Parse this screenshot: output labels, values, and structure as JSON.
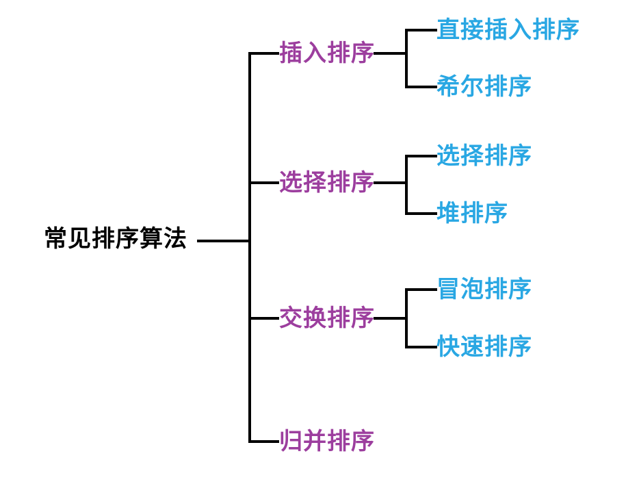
{
  "diagram": {
    "type": "tree-mindmap",
    "colors": {
      "background": "#ffffff",
      "line": "#000000",
      "root_text": "#000000",
      "branch_text": "#9c3e9e",
      "leaf_text": "#29a7e3"
    },
    "root": {
      "label": "常见排序算法"
    },
    "branches": [
      {
        "label": "插入排序",
        "children": [
          {
            "label": "直接插入排序"
          },
          {
            "label": "希尔排序"
          }
        ]
      },
      {
        "label": "选择排序",
        "children": [
          {
            "label": "选择排序"
          },
          {
            "label": "堆排序"
          }
        ]
      },
      {
        "label": "交换排序",
        "children": [
          {
            "label": "冒泡排序"
          },
          {
            "label": "快速排序"
          }
        ]
      },
      {
        "label": "归并排序",
        "children": []
      }
    ]
  }
}
